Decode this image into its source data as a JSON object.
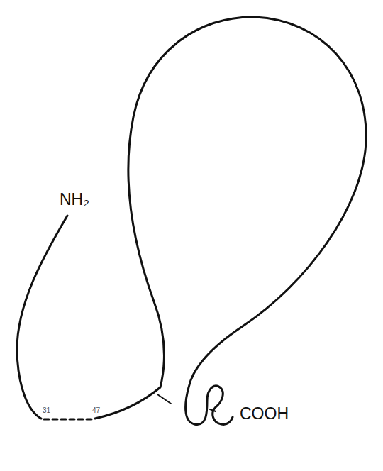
{
  "diagram": {
    "labels": [
      "NH₂",
      "31",
      "47",
      "COOH"
    ]
  }
}
